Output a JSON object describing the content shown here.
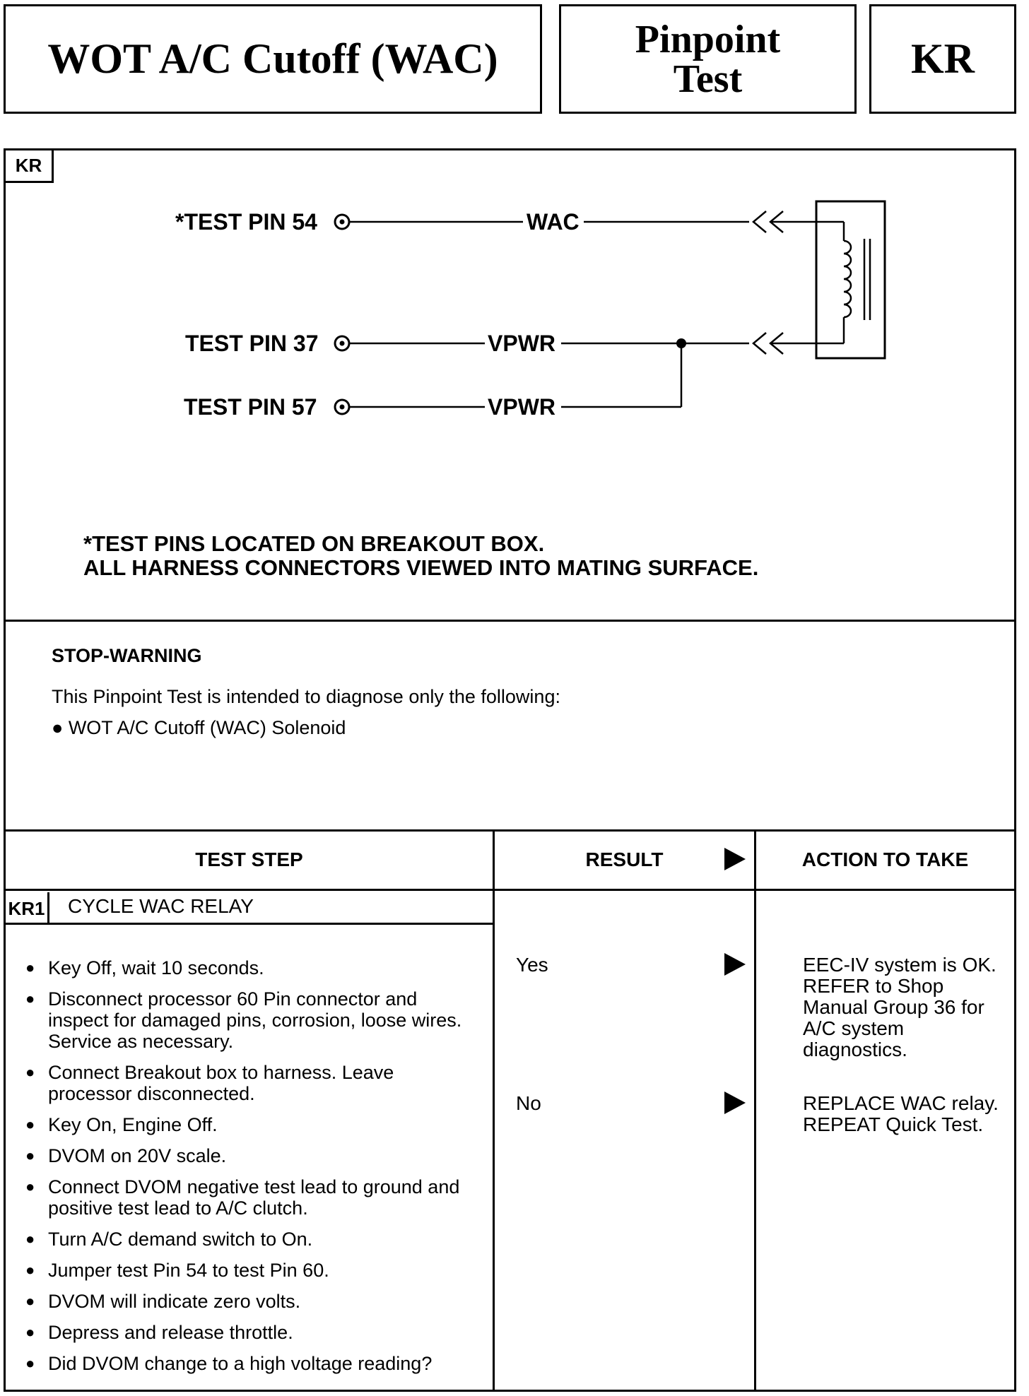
{
  "header": {
    "title": "WOT A/C Cutoff (WAC)",
    "test_type_line1": "Pinpoint",
    "test_type_line2": "Test",
    "code": "KR"
  },
  "diagram": {
    "tag": "KR",
    "pins": [
      {
        "label": "*TEST PIN 54",
        "signal": "WAC"
      },
      {
        "label": "TEST PIN 37",
        "signal": "VPWR"
      },
      {
        "label": "TEST PIN 57",
        "signal": "VPWR"
      }
    ],
    "note_line1": "*TEST PINS LOCATED ON BREAKOUT BOX.",
    "note_line2": "ALL HARNESS CONNECTORS VIEWED INTO MATING SURFACE."
  },
  "warning": {
    "title": "STOP-WARNING",
    "text": "This Pinpoint Test is intended to diagnose only the following:",
    "bullet": "WOT A/C Cutoff (WAC) Solenoid"
  },
  "table": {
    "col_test_step": "TEST STEP",
    "col_result": "RESULT",
    "col_action": "ACTION TO TAKE",
    "step_code": "KR1",
    "step_title": "CYCLE WAC RELAY",
    "steps": [
      "Key Off, wait 10 seconds.",
      "Disconnect processor 60 Pin connector and inspect for damaged pins, corrosion, loose wires. Service as necessary.",
      "Connect Breakout box to harness. Leave processor disconnected.",
      "Key On, Engine Off.",
      "DVOM on 20V scale.",
      "Connect DVOM negative test lead to ground and positive test lead to A/C clutch.",
      "Turn A/C demand switch to On.",
      "Jumper test Pin 54 to test Pin 60.",
      "DVOM will indicate zero volts.",
      "Depress and release throttle.",
      "Did DVOM change to a high voltage reading?"
    ],
    "results": [
      {
        "result": "Yes",
        "action": "EEC-IV system is OK. REFER to Shop Manual Group 36 for A/C system diagnostics."
      },
      {
        "result": "No",
        "action": "REPLACE WAC relay. REPEAT Quick Test."
      }
    ]
  }
}
